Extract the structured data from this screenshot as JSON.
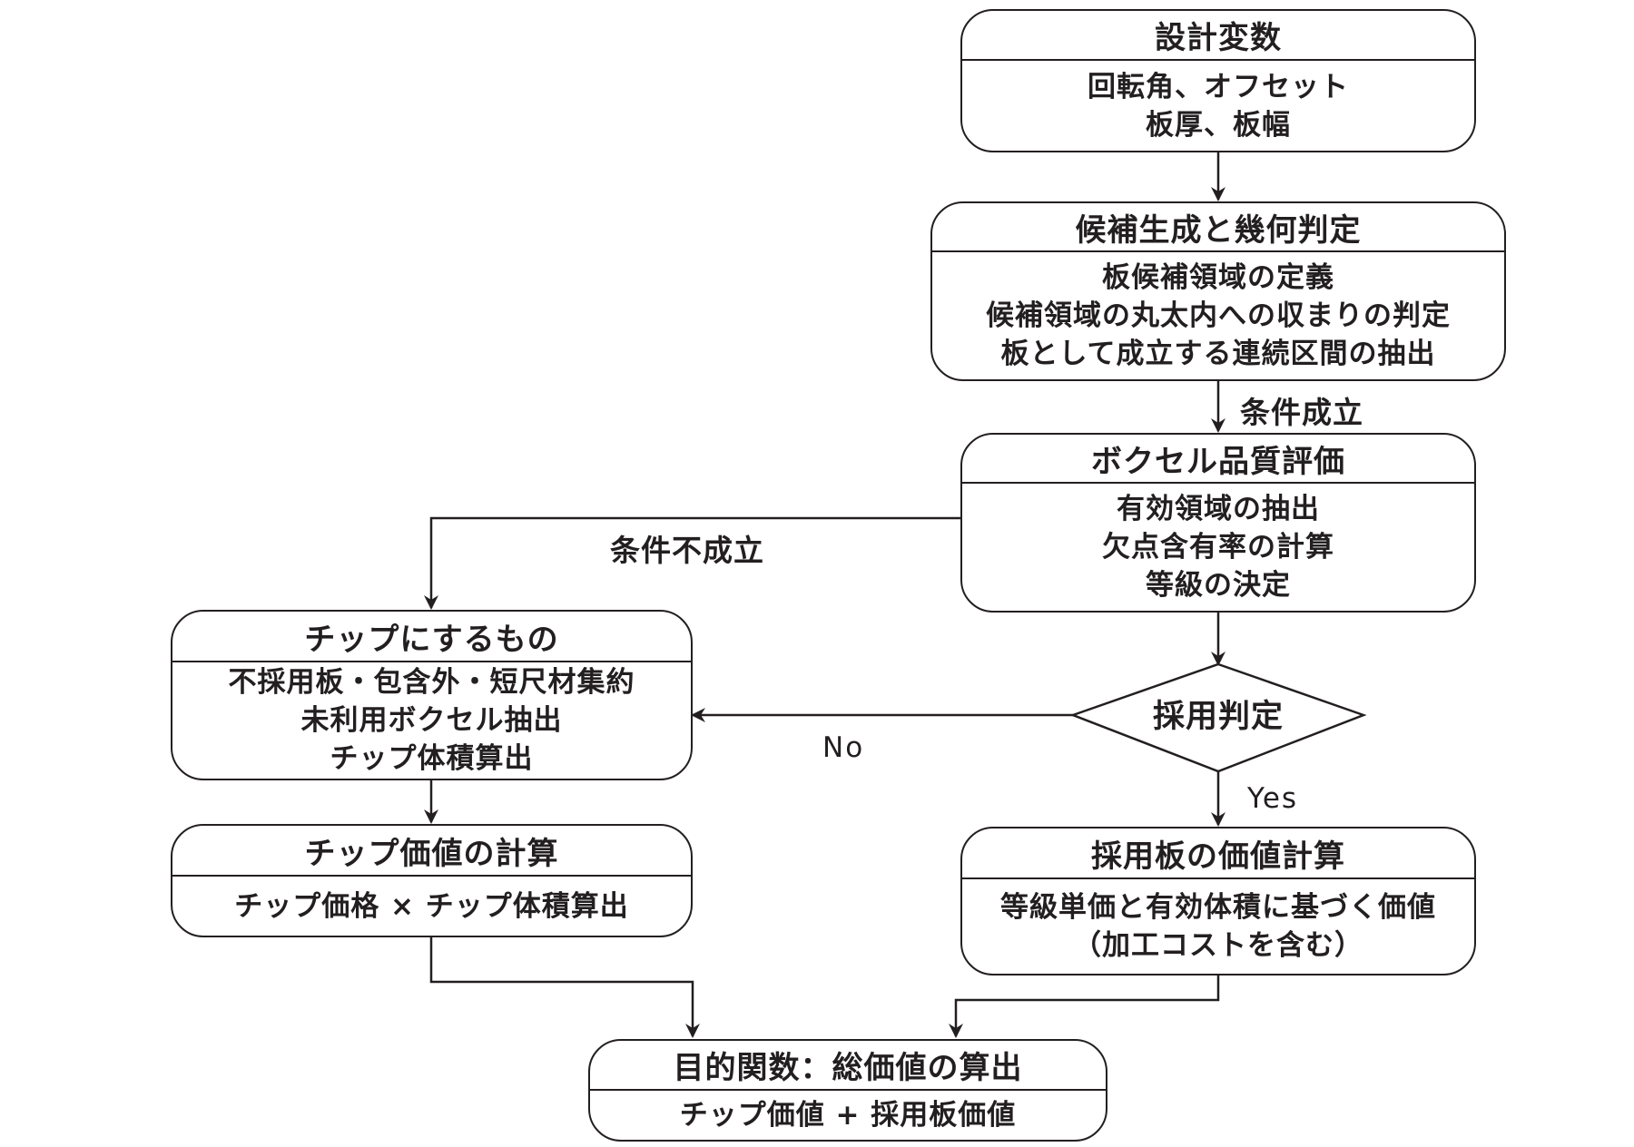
{
  "nodes": {
    "design_vars": {
      "title": "設計変数",
      "lines": [
        "回転角、オフセット",
        "板厚、板幅"
      ]
    },
    "candidate": {
      "title": "候補生成と幾何判定",
      "lines": [
        "板候補領域の定義",
        "候補領域の丸太内への収まりの判定",
        "板として成立する連続区間の抽出"
      ]
    },
    "voxel": {
      "title": "ボクセル品質評価",
      "lines": [
        "有効領域の抽出",
        "欠点含有率の計算",
        "等級の決定"
      ]
    },
    "chip": {
      "title": "チップにするもの",
      "lines": [
        "不採用板・包含外・短尺材集約",
        "未利用ボクセル抽出",
        "チップ体積算出"
      ]
    },
    "chip_value": {
      "title": "チップ価値の計算",
      "lines": [
        "チップ価格 × チップ体積算出"
      ]
    },
    "decision": {
      "label": "採用判定"
    },
    "board_value": {
      "title": "採用板の価値計算",
      "lines": [
        "等級単価と有効体積に基づく価値",
        "（加工コストを含む）"
      ]
    },
    "objective": {
      "title": "目的関数：総価値の算出",
      "lines": [
        "チップ価値 + 採用板価値"
      ]
    }
  },
  "edge_labels": {
    "condition_met": "条件成立",
    "condition_not_met": "条件不成立",
    "no": "No",
    "yes": "Yes"
  },
  "colors": {
    "line": "#231f20",
    "background": "#ffffff"
  }
}
